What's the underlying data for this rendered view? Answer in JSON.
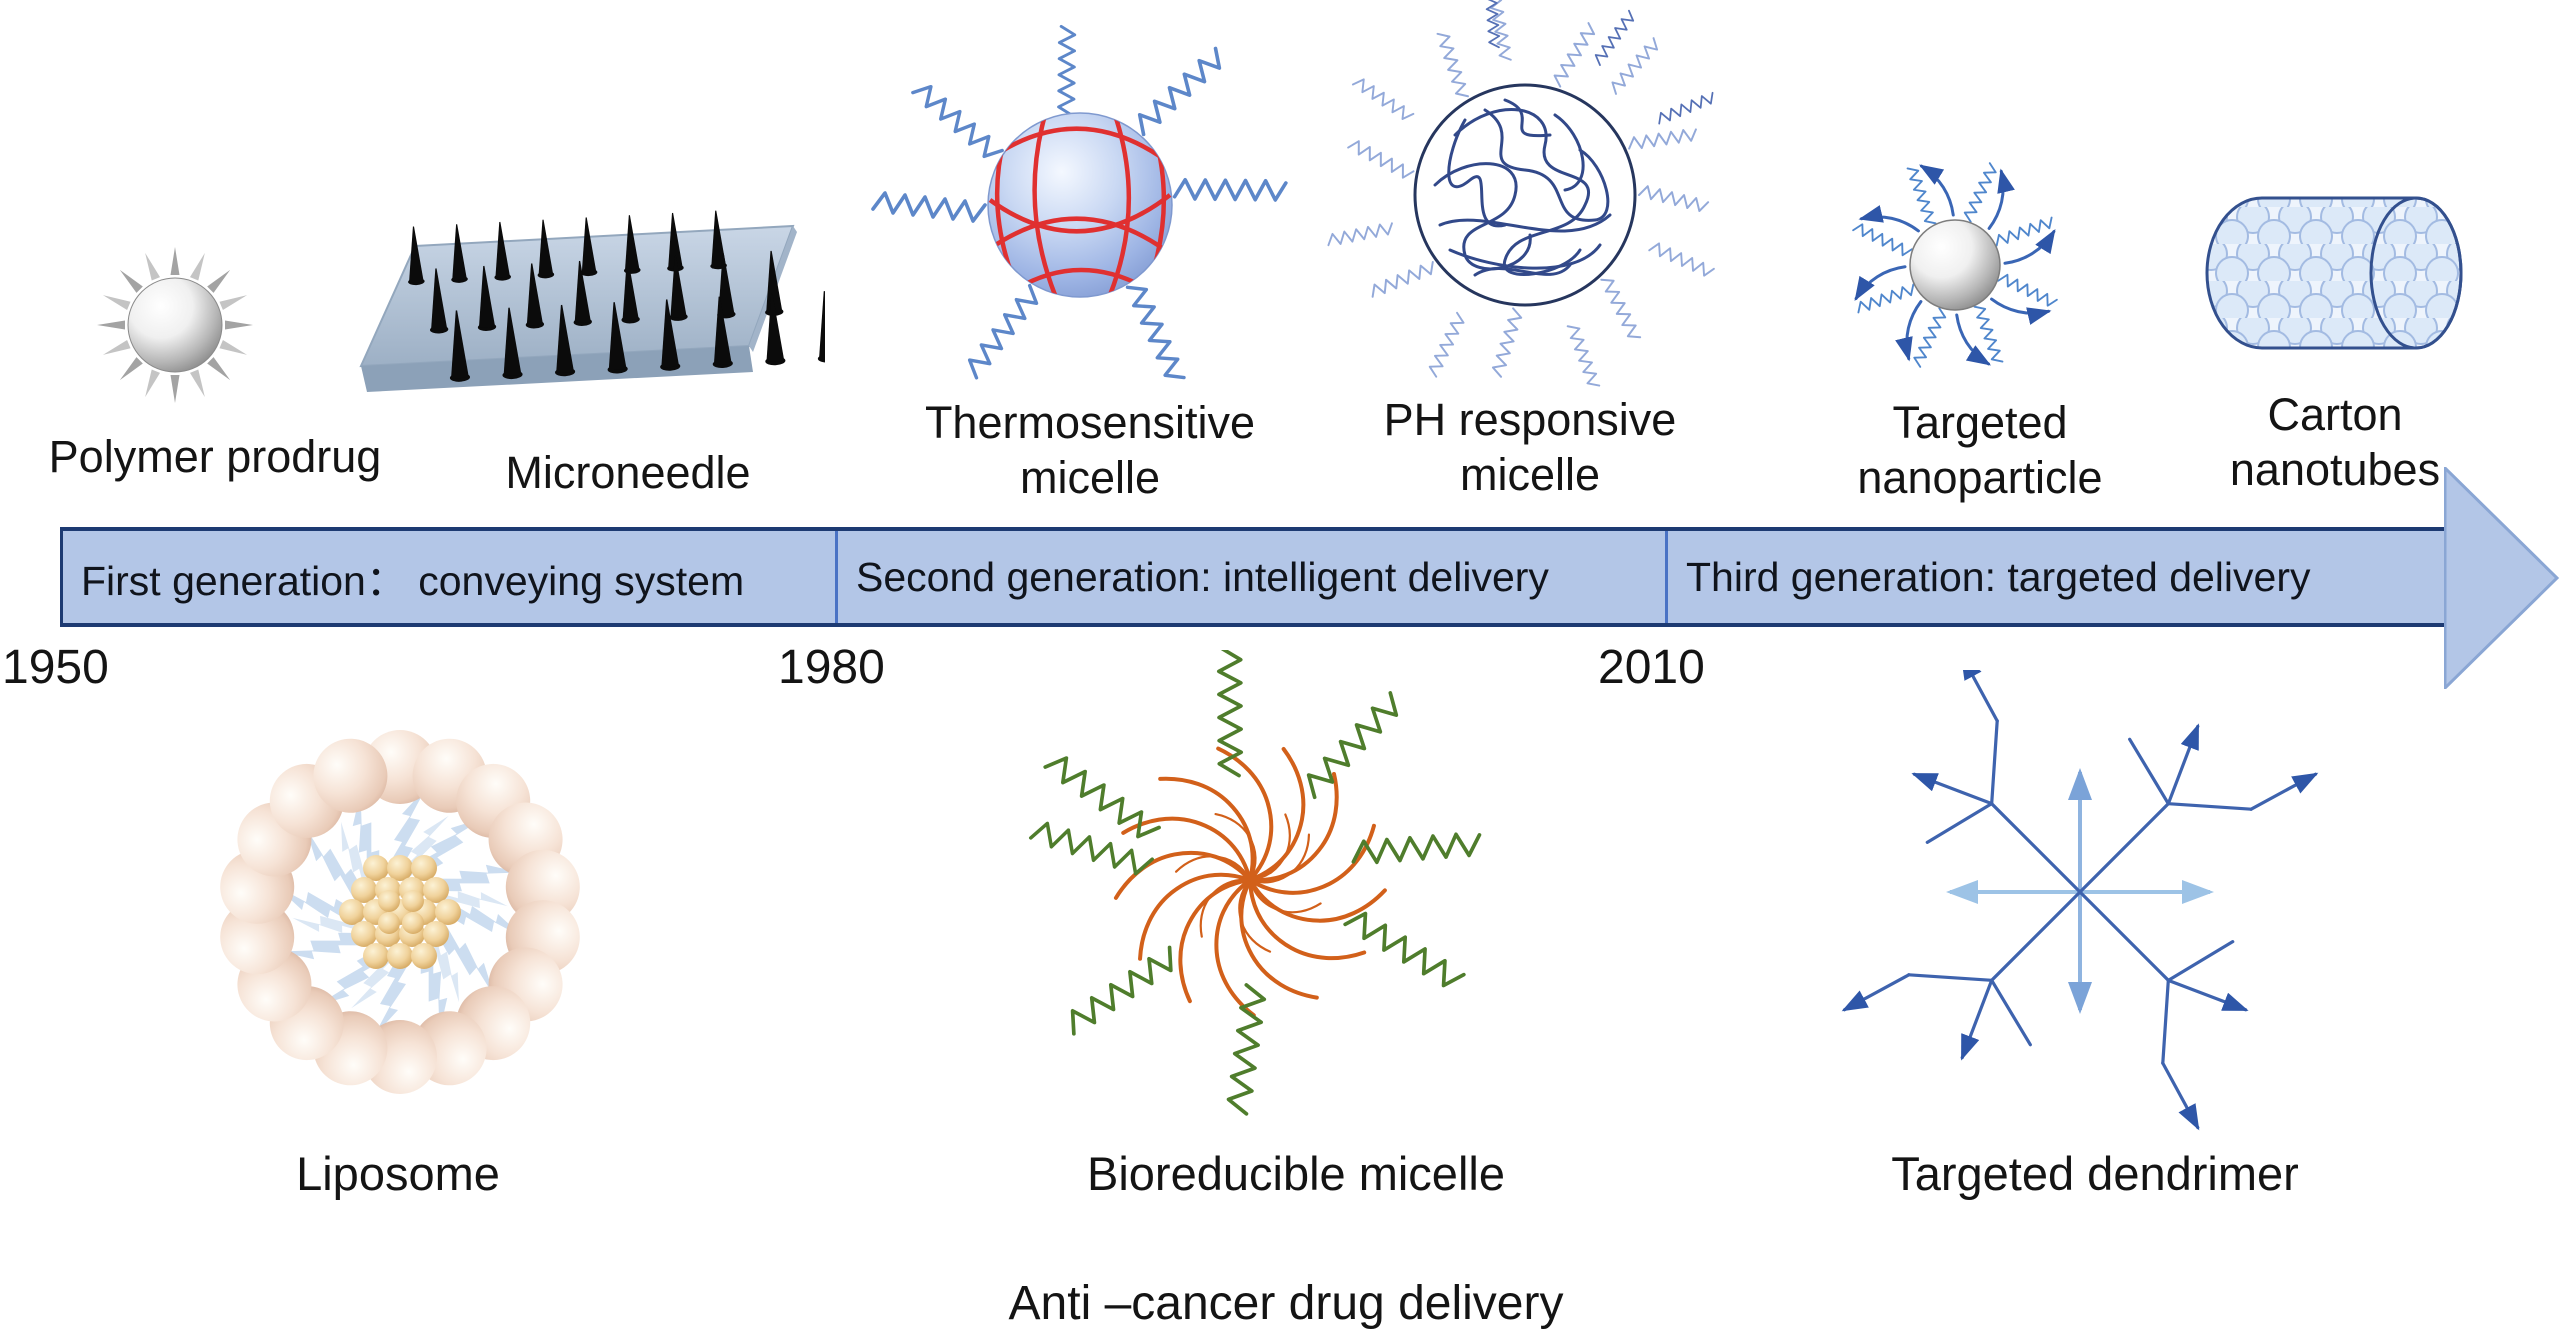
{
  "diagram": {
    "top_row": [
      {
        "label": "Polymer prodrug",
        "icon": "polymer-prodrug-icon"
      },
      {
        "label": "Microneedle",
        "icon": "microneedle-icon"
      },
      {
        "label": "Thermosensitive micelle",
        "icon": "thermosensitive-micelle-icon"
      },
      {
        "label": "PH responsive micelle",
        "icon": "ph-responsive-micelle-icon"
      },
      {
        "label": "Targeted nanoparticle",
        "icon": "targeted-nanoparticle-icon"
      },
      {
        "label": "Carton nanotubes",
        "icon": "carton-nanotubes-icon"
      }
    ],
    "timeline": {
      "segments": [
        "First generation：  conveying system",
        "Second generation: intelligent delivery",
        "Third generation: targeted delivery"
      ],
      "years": [
        "1950",
        "1980",
        "2010"
      ],
      "arrow_fill": "#b3c6e7",
      "arrow_edge": "#1d3a72",
      "divider": "#4a72c4"
    },
    "bottom_row": [
      {
        "label": "Liposome",
        "icon": "liposome-icon"
      },
      {
        "label": "Bioreducible micelle",
        "icon": "bioreducible-micelle-icon"
      },
      {
        "label": "Targeted dendrimer",
        "icon": "targeted-dendrimer-icon"
      }
    ],
    "caption": "Anti –cancer drug delivery",
    "colors": {
      "text": "#141414",
      "red_crosslinks": "#e03030",
      "blue_chain": "#5d87c9",
      "light_blue_chain": "#93a9d9",
      "navy_scribble": "#32498a",
      "orange_core": "#d2601a",
      "green_chain": "#4f7d2c",
      "dendrimer_blue": "#3e63ae"
    }
  }
}
